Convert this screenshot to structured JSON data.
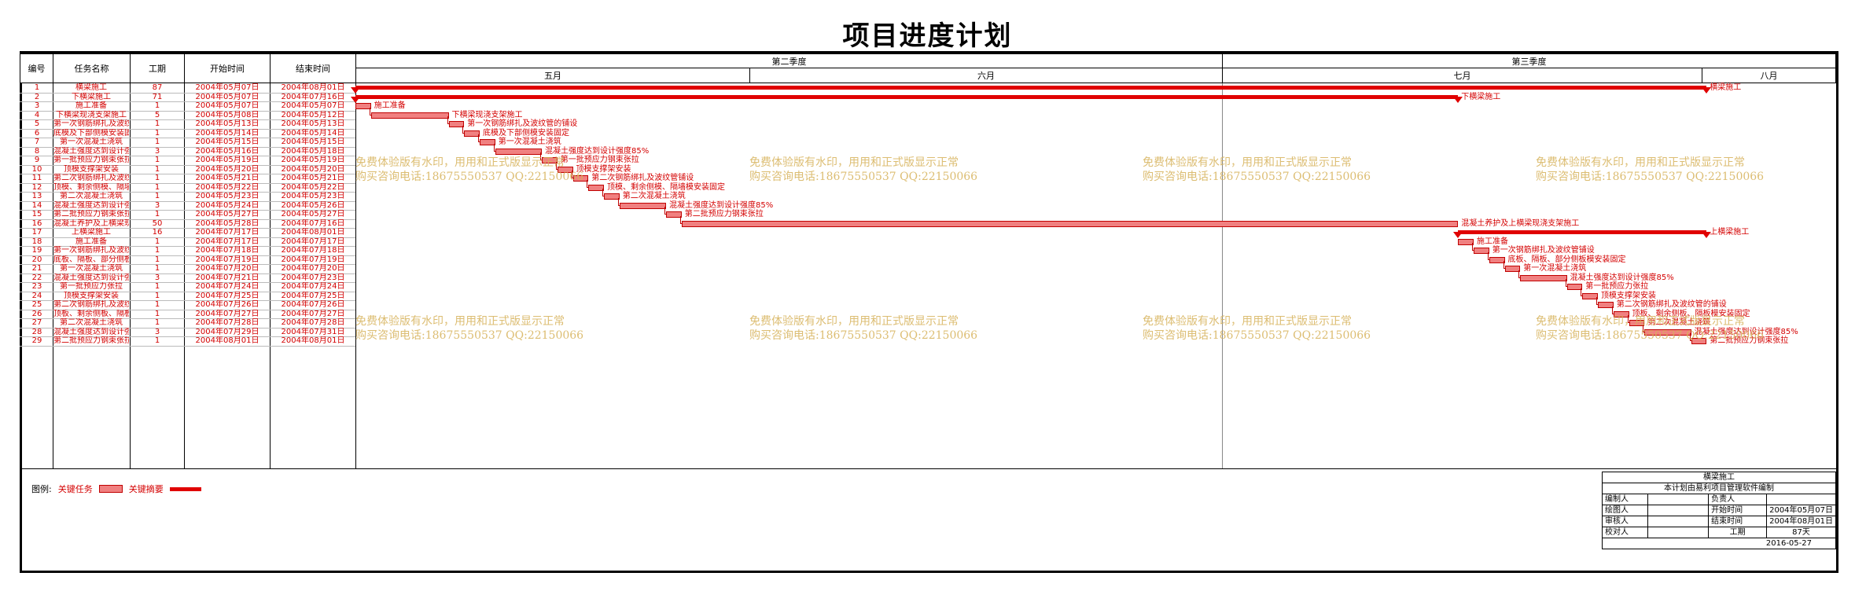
{
  "title": "项目进度计划",
  "columns": {
    "id": "编号",
    "name": "任务名称",
    "dur": "工期",
    "start": "开始时间",
    "end": "结束时间"
  },
  "timeline": {
    "quarters": [
      "第二季度",
      "第三季度"
    ],
    "months": [
      "五月",
      "六月",
      "七月",
      "八月"
    ]
  },
  "tasks": [
    {
      "id": "1",
      "name": "横梁施工",
      "dur": "87",
      "start": "2004年05月07日",
      "end": "2004年08月01日"
    },
    {
      "id": "2",
      "name": "下横梁施工",
      "dur": "71",
      "start": "2004年05月07日",
      "end": "2004年07月16日"
    },
    {
      "id": "3",
      "name": "施工准备",
      "dur": "1",
      "start": "2004年05月07日",
      "end": "2004年05月07日"
    },
    {
      "id": "4",
      "name": "下横梁现浇支架施工",
      "dur": "5",
      "start": "2004年05月08日",
      "end": "2004年05月12日"
    },
    {
      "id": "5",
      "name": "第一次钢筋绑扎及波纹管的铺设",
      "dur": "1",
      "start": "2004年05月13日",
      "end": "2004年05月13日"
    },
    {
      "id": "6",
      "name": "底模及下部侧模安装固定",
      "dur": "1",
      "start": "2004年05月14日",
      "end": "2004年05月14日"
    },
    {
      "id": "7",
      "name": "第一次混凝土浇筑",
      "dur": "1",
      "start": "2004年05月15日",
      "end": "2004年05月15日"
    },
    {
      "id": "8",
      "name": "混凝土强度达到设计强度85%",
      "dur": "3",
      "start": "2004年05月16日",
      "end": "2004年05月18日"
    },
    {
      "id": "9",
      "name": "第一批预应力钢束张拉",
      "dur": "1",
      "start": "2004年05月19日",
      "end": "2004年05月19日"
    },
    {
      "id": "10",
      "name": "顶模支撑架安装",
      "dur": "1",
      "start": "2004年05月20日",
      "end": "2004年05月20日"
    },
    {
      "id": "11",
      "name": "第二次钢筋绑扎及波纹管铺设",
      "dur": "1",
      "start": "2004年05月21日",
      "end": "2004年05月21日"
    },
    {
      "id": "12",
      "name": "顶模、剩余侧模、隔墙模安装固定",
      "dur": "1",
      "start": "2004年05月22日",
      "end": "2004年05月22日"
    },
    {
      "id": "13",
      "name": "第二次混凝土浇筑",
      "dur": "1",
      "start": "2004年05月23日",
      "end": "2004年05月23日"
    },
    {
      "id": "14",
      "name": "混凝土强度达到设计强度85%",
      "dur": "3",
      "start": "2004年05月24日",
      "end": "2004年05月26日"
    },
    {
      "id": "15",
      "name": "第二批预应力钢束张拉",
      "dur": "1",
      "start": "2004年05月27日",
      "end": "2004年05月27日"
    },
    {
      "id": "16",
      "name": "混凝土养护及上横梁现浇支架施工",
      "dur": "50",
      "start": "2004年05月28日",
      "end": "2004年07月16日"
    },
    {
      "id": "17",
      "name": "上横梁施工",
      "dur": "16",
      "start": "2004年07月17日",
      "end": "2004年08月01日"
    },
    {
      "id": "18",
      "name": "施工准备",
      "dur": "1",
      "start": "2004年07月17日",
      "end": "2004年07月17日"
    },
    {
      "id": "19",
      "name": "第一次钢筋绑扎及波纹管铺设",
      "dur": "1",
      "start": "2004年07月18日",
      "end": "2004年07月18日"
    },
    {
      "id": "20",
      "name": "底板、隔板、部分侧板模安装固定",
      "dur": "1",
      "start": "2004年07月19日",
      "end": "2004年07月19日"
    },
    {
      "id": "21",
      "name": "第一次混凝土浇筑",
      "dur": "1",
      "start": "2004年07月20日",
      "end": "2004年07月20日"
    },
    {
      "id": "22",
      "name": "混凝土强度达到设计强度85%",
      "dur": "3",
      "start": "2004年07月21日",
      "end": "2004年07月23日"
    },
    {
      "id": "23",
      "name": "第一批预应力张拉",
      "dur": "1",
      "start": "2004年07月24日",
      "end": "2004年07月24日"
    },
    {
      "id": "24",
      "name": "顶模支撑架安装",
      "dur": "1",
      "start": "2004年07月25日",
      "end": "2004年07月25日"
    },
    {
      "id": "25",
      "name": "第二次钢筋绑扎及波纹管的铺设",
      "dur": "1",
      "start": "2004年07月26日",
      "end": "2004年07月26日"
    },
    {
      "id": "26",
      "name": "顶板、剩余侧板、隔板模安装固定",
      "dur": "1",
      "start": "2004年07月27日",
      "end": "2004年07月27日"
    },
    {
      "id": "27",
      "name": "第二次混凝土浇筑",
      "dur": "1",
      "start": "2004年07月28日",
      "end": "2004年07月28日"
    },
    {
      "id": "28",
      "name": "混凝土强度达到设计强度85%",
      "dur": "3",
      "start": "2004年07月29日",
      "end": "2004年07月31日"
    },
    {
      "id": "29",
      "name": "第二批预应力钢束张拉",
      "dur": "1",
      "start": "2004年08月01日",
      "end": "2004年08月01日"
    }
  ],
  "watermark": {
    "line1": "免费体验版有水印，用用和正式版显示正常",
    "line2": "购买咨询电话:18675550537 QQ:22150066"
  },
  "legend": {
    "label": "图例:",
    "task": "关键任务",
    "summary": "关键摘要"
  },
  "info": {
    "project": "横梁施工",
    "note": "本计划由易利项目管理软件编制",
    "compiler_label": "编制人",
    "owner_label": "负责人",
    "drawer_label": "绘图人",
    "start_label": "开始时间",
    "start_value": "2004年05月07日",
    "reviewer_label": "审核人",
    "end_label": "结束时间",
    "end_value": "2004年08月01日",
    "proof_label": "校对人",
    "dur_label": "工期",
    "dur_value": "87天",
    "date": "2016-05-27"
  }
}
